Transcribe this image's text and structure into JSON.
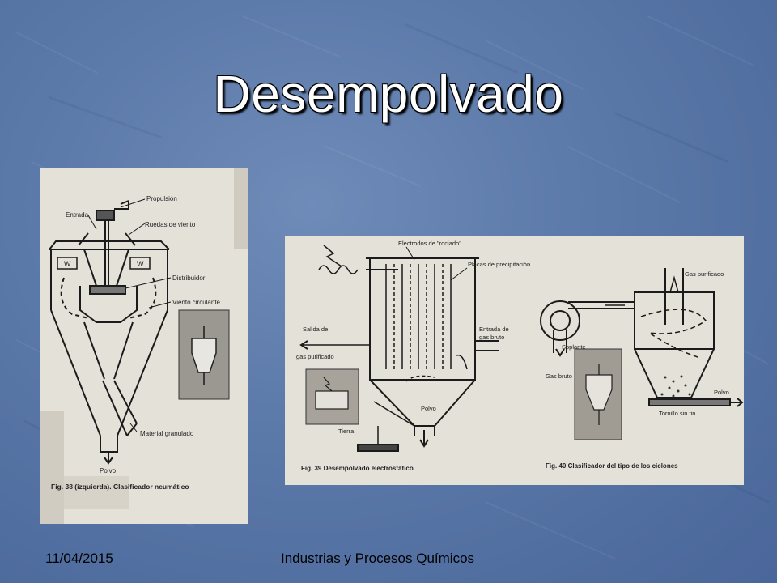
{
  "slide": {
    "title": "Desempolvado",
    "footer": {
      "date": "11/04/2015",
      "center": "Industrias y Procesos Químicos"
    }
  },
  "figure_left": {
    "labels": {
      "propulsion": "Propulsión",
      "entrada": "Entrada",
      "ruedas": "Ruedas de viento",
      "w1": "W",
      "w2": "W",
      "distribuidor": "Distribuidor",
      "viento": "Viento circulante",
      "material": "Material granulado",
      "polvo": "Polvo"
    },
    "caption": "Fig. 38 (izquierda). Clasificador neumático"
  },
  "figure_right": {
    "labels": {
      "electrodos": "Electrodos de \"rociado\"",
      "placas": "Placas de precipitación",
      "salida1": "Salida de",
      "salida2": "gas purificado",
      "entrada1": "Entrada de",
      "entrada2": "gas bruto",
      "polvo": "Polvo",
      "tierra": "Tierra",
      "gas_purificado": "Gas purificado",
      "soplante": "Soplante",
      "gas_bruto": "Gas bruto",
      "polvo2": "Polvo",
      "tornillo": "Tornillo sin fin"
    },
    "caption_39": "Fig. 39 Desempolvado electrostático",
    "caption_40": "Fig. 40 Clasificador del tipo de los ciclones"
  }
}
